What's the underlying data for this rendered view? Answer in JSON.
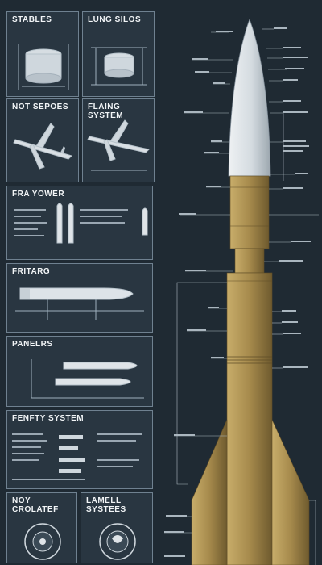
{
  "panels": {
    "stables": "STABLES",
    "lung_silos": "LUNG SILOS",
    "not_sepoes": "NOT SEPOES",
    "flaing_system": "FLAING SYSTEM",
    "fra_yower": "FRA YOWER",
    "fritarg": "FRITARG",
    "panelrs": "PANELRS",
    "fenfty_system": "FENFTY SYSTEM",
    "noy_crolatef": "NOY CROLATEF",
    "lamell_systees": "LAMELL SYSTEES"
  },
  "colors": {
    "background": "#1f2a33",
    "panel_border": "#6f8190",
    "rocket_white": "#dfe4e8",
    "rocket_gold": "#a68a4c"
  }
}
